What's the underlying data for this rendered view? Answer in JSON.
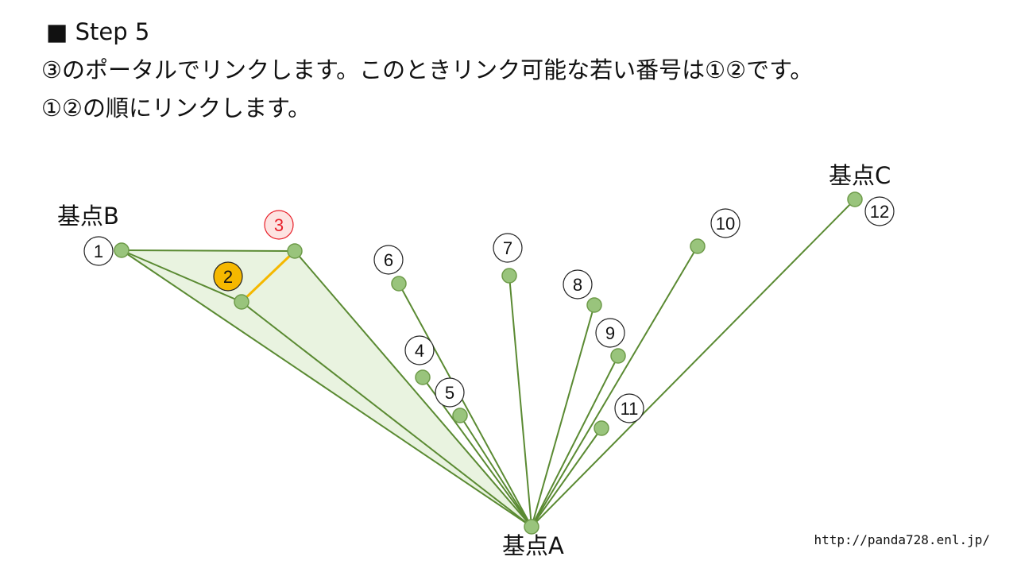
{
  "heading": "■ Step 5",
  "instructions": [
    "③のポータルでリンクします。このときリンク可能な若い番号は①②です。",
    "①②の順にリンクします。"
  ],
  "anchors": {
    "a": "基点A",
    "b": "基点B",
    "c": "基点C"
  },
  "portal_numbers": [
    "1",
    "2",
    "3",
    "4",
    "5",
    "6",
    "7",
    "8",
    "9",
    "10",
    "11",
    "12"
  ],
  "credit": "http://panda728.enl.jp/",
  "colors": {
    "link_line": "#5a8a32",
    "field_fill": "#e9f3e0",
    "portal_node": "#99c47c",
    "portal_node_border": "#6e9b4a",
    "new_link": "#f5b800",
    "highlight_badge_fill": "#f5b800",
    "current_badge_fill": "#fde3e1",
    "current_badge_text": "#e8202a"
  }
}
